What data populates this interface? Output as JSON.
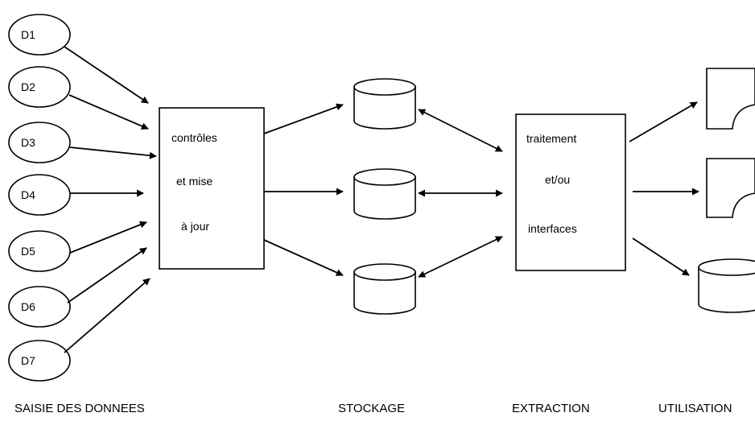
{
  "inputs": [
    "D1",
    "D2",
    "D3",
    "D4",
    "D5",
    "D6",
    "D7"
  ],
  "control_box": {
    "line1": "contrôles",
    "line2": "et mise",
    "line3": "à jour"
  },
  "extraction_box": {
    "line1": "traitement",
    "line2": "et/ou",
    "line3": "interfaces"
  },
  "stages": {
    "saisie": "SAISIE DES DONNEES",
    "stockage": "STOCKAGE",
    "extraction": "EXTRACTION",
    "utilisation": "UTILISATION"
  },
  "storage_count": 3,
  "outputs": [
    "document",
    "document",
    "database"
  ]
}
